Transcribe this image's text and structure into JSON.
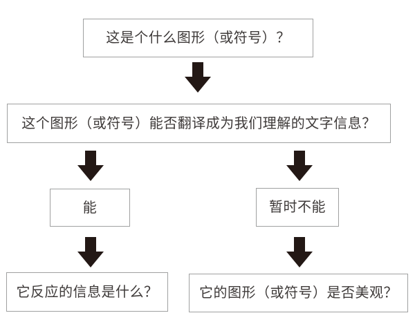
{
  "colors": {
    "arrow": "#231815",
    "border": "#9fa0a0",
    "text": "#3e3a39",
    "background": "#ffffff"
  },
  "flowchart": {
    "type": "flowchart",
    "direction": "top-down",
    "nodes": [
      {
        "id": "q-what-shape",
        "label": "这是个什么图形（或符号）？"
      },
      {
        "id": "q-can-translate",
        "label": "这个图形（或符号）能否翻译成为我们理解的文字信息？"
      },
      {
        "id": "answer-yes",
        "label": "能"
      },
      {
        "id": "answer-not-yet",
        "label": "暂时不能"
      },
      {
        "id": "q-what-info",
        "label": "它反应的信息是什么？"
      },
      {
        "id": "q-is-beautiful",
        "label": "它的图形（或符号）是否美观？"
      }
    ],
    "edges": [
      {
        "from": "q-what-shape",
        "to": "q-can-translate"
      },
      {
        "from": "q-can-translate",
        "to": "answer-yes"
      },
      {
        "from": "q-can-translate",
        "to": "answer-not-yet"
      },
      {
        "from": "answer-yes",
        "to": "q-what-info"
      },
      {
        "from": "answer-not-yet",
        "to": "q-is-beautiful"
      }
    ]
  }
}
